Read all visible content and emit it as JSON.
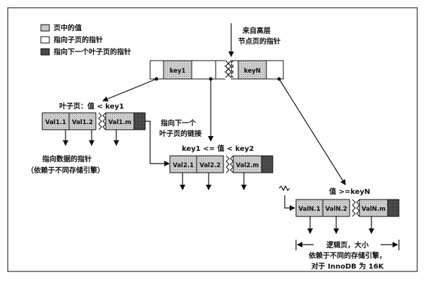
{
  "legend": {
    "value_label": "页中的值",
    "child_ptr_label": "指向子页的指针",
    "next_leaf_ptr_label": "指向下一个叶子页的指针"
  },
  "root_hint": {
    "line1": "来自高层",
    "line2": "节点页的指针"
  },
  "root_node": {
    "key1": "key1",
    "keyN": "keyN"
  },
  "leaf1": {
    "caption": "叶子页：值 < key1",
    "cells": [
      "Val1.1",
      "Val1.2",
      "Val1.m"
    ]
  },
  "leaf2": {
    "caption": "key1 <= 值 < key2",
    "cells": [
      "Val2.1",
      "Val2.2",
      "Val2.m"
    ]
  },
  "leafN": {
    "caption": "值 >=keyN",
    "cells": [
      "ValN.1",
      "ValN.2",
      "ValN.m"
    ]
  },
  "next_leaf_note": {
    "line1": "指向下一个",
    "line2": "叶子页的链接"
  },
  "data_ptr_note": {
    "line1": "指向数据的指针",
    "line2": "（依赖于不同存储引擎）"
  },
  "page_size_note": {
    "line1": "逻辑页，大小",
    "line2": "依赖于不同的存储引擎，",
    "line3": "对于 InnoDB 为 16K"
  }
}
